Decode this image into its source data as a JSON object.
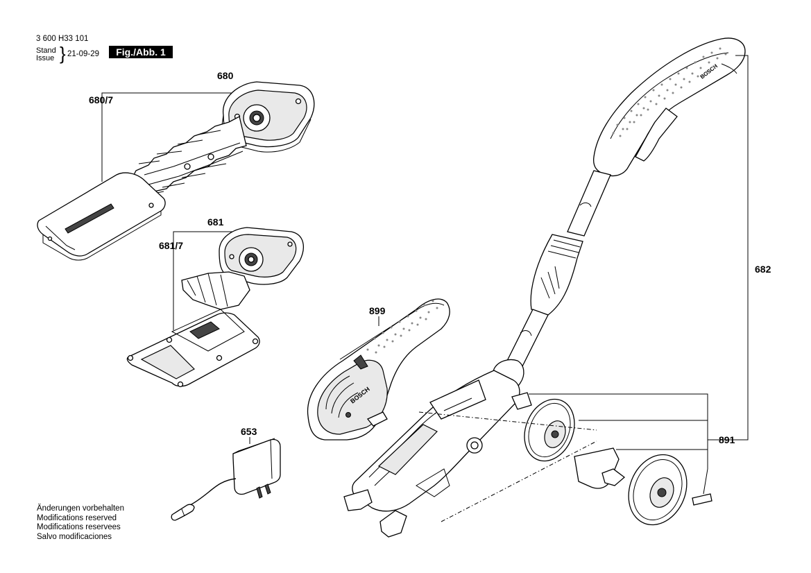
{
  "header": {
    "doc_number": "3 600 H33 101",
    "stand": "Stand",
    "issue": "Issue",
    "brace": "}",
    "issue_date": "21-09-29",
    "figure_label": "Fig./Abb. 1"
  },
  "parts": {
    "p680": "680",
    "p680_7": "680/7",
    "p681": "681",
    "p681_7": "681/7",
    "p899": "899",
    "p653": "653",
    "p682": "682",
    "p891": "891"
  },
  "notes": [
    "Änderungen vorbehalten",
    "Modifications reserved",
    "Modifications reservees",
    "Salvo modificaciones"
  ],
  "brand_text": "BOSCH"
}
